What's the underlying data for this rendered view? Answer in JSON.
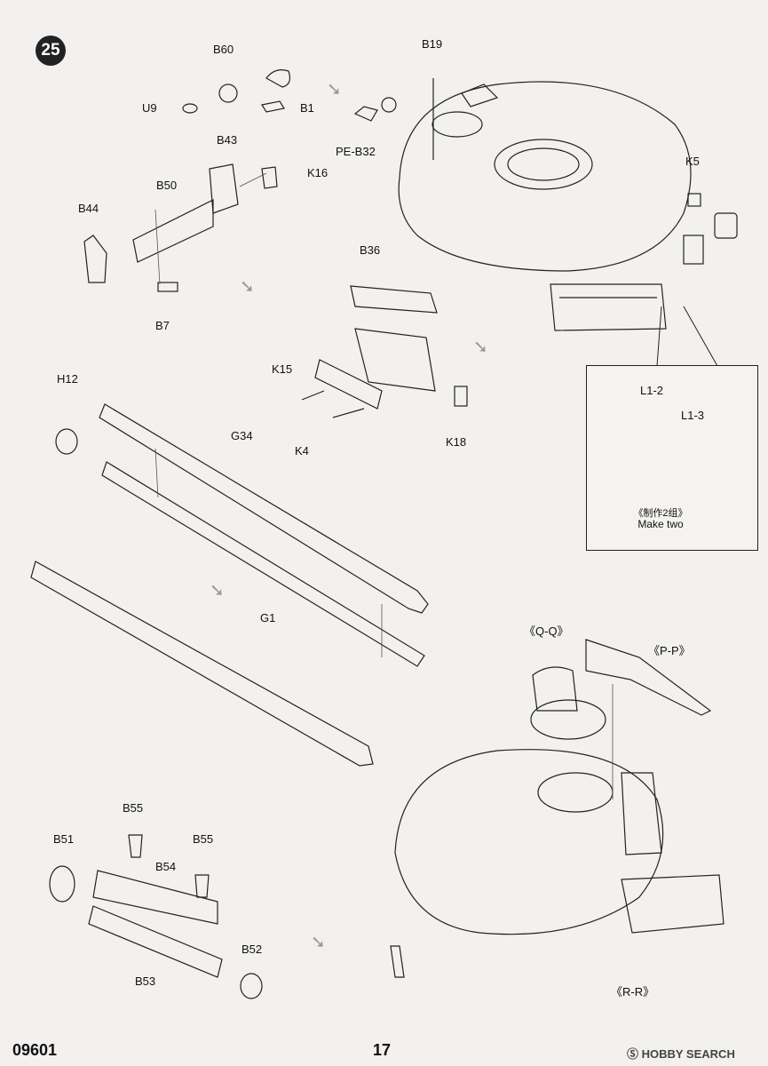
{
  "step": "25",
  "labels": {
    "B60": "B60",
    "U9": "U9",
    "B1": "B1",
    "B19": "B19",
    "PE_B32": "PE-B32",
    "K5": "K5",
    "B43": "B43",
    "K16": "K16",
    "B50": "B50",
    "B44": "B44",
    "B7": "B7",
    "B36": "B36",
    "K15": "K15",
    "K4": "K4",
    "K18": "K18",
    "H12": "H12",
    "G34": "G34",
    "G1": "G1",
    "QQ": "《Q-Q》",
    "PP": "《P-P》",
    "RR": "《R-R》",
    "B55a": "B55",
    "B55b": "B55",
    "B51": "B51",
    "B54": "B54",
    "B52": "B52",
    "B53": "B53"
  },
  "inset": {
    "L1_2": "L1-2",
    "L1_3": "L1-3",
    "note_cn": "《制作2组》",
    "note_en": "Make two"
  },
  "footer": {
    "code": "09601",
    "page": "17",
    "brand_mark": "Ⓢ HOBBY SEARCH"
  }
}
